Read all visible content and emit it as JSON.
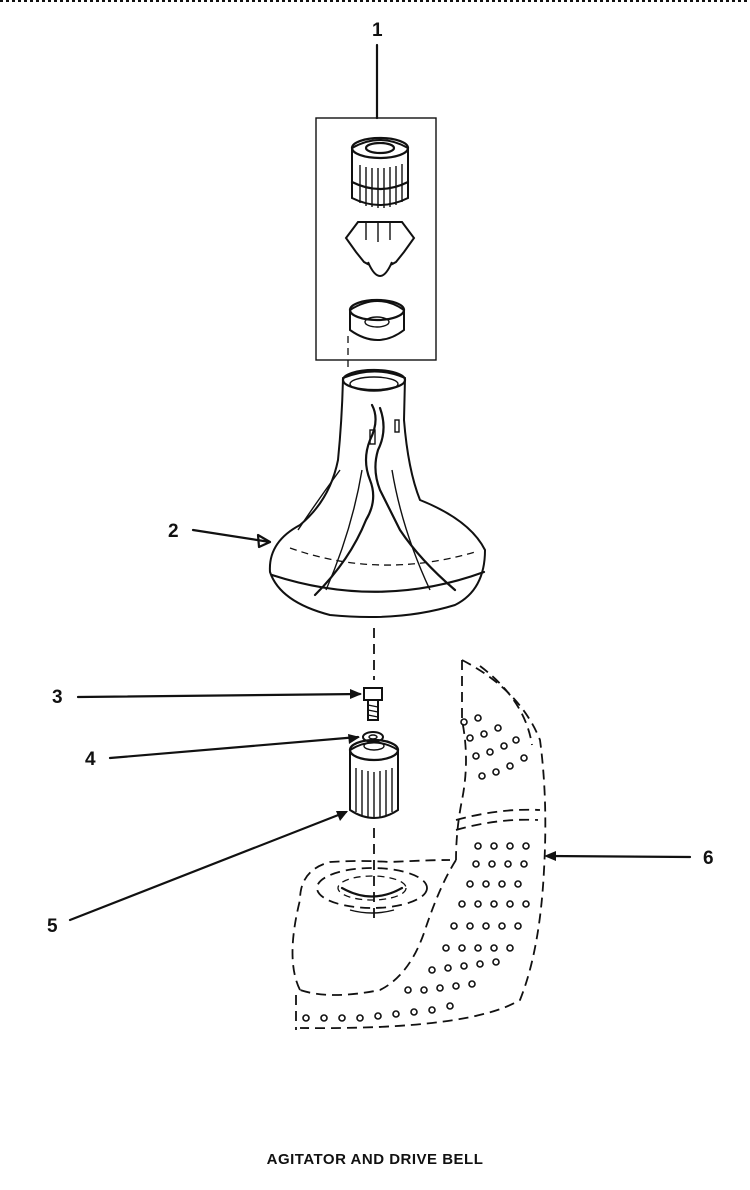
{
  "diagram": {
    "callouts": [
      "1",
      "2",
      "3",
      "4",
      "5",
      "6"
    ],
    "caption": "AGITATOR AND DRIVE BELL"
  }
}
